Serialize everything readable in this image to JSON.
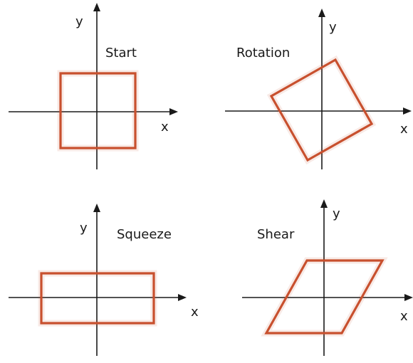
{
  "colors": {
    "shape": "#c8502e",
    "axis": "#1a1a1a"
  },
  "panels": [
    {
      "title": "Start",
      "x_label": "x",
      "y_label": "y"
    },
    {
      "title": "Rotation",
      "x_label": "x",
      "y_label": "y"
    },
    {
      "title": "Squeeze",
      "x_label": "x",
      "y_label": "y"
    },
    {
      "title": "Shear",
      "x_label": "x",
      "y_label": "y"
    }
  ]
}
